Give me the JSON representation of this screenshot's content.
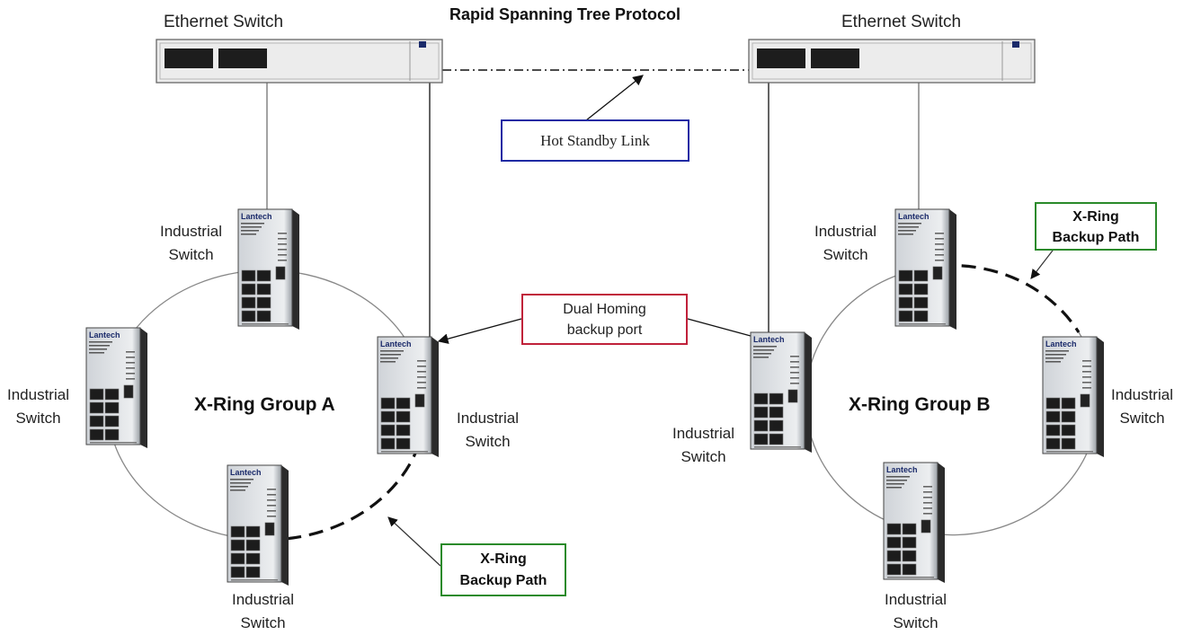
{
  "title": "Rapid Spanning Tree Protocol",
  "ethernet_switches": [
    {
      "label": "Ethernet Switch"
    },
    {
      "label": "Ethernet Switch"
    }
  ],
  "groups": [
    {
      "label": "X-Ring Group A"
    },
    {
      "label": "X-Ring Group B"
    }
  ],
  "callouts": {
    "hot_standby": {
      "text": "Hot Standby Link",
      "color": "#1f2aa3"
    },
    "dual_homing": {
      "line1": "Dual Homing",
      "line2": "backup port",
      "color": "#c0213a"
    },
    "backup_path_a": {
      "line1": "X-Ring",
      "line2": "Backup Path",
      "color": "#2a8a2a"
    },
    "backup_path_b": {
      "line1": "X-Ring",
      "line2": "Backup Path",
      "color": "#2a8a2a"
    }
  },
  "industrial_switch_label": {
    "line1": "Industrial",
    "line2": "Switch"
  },
  "device_brand": "Lantech"
}
